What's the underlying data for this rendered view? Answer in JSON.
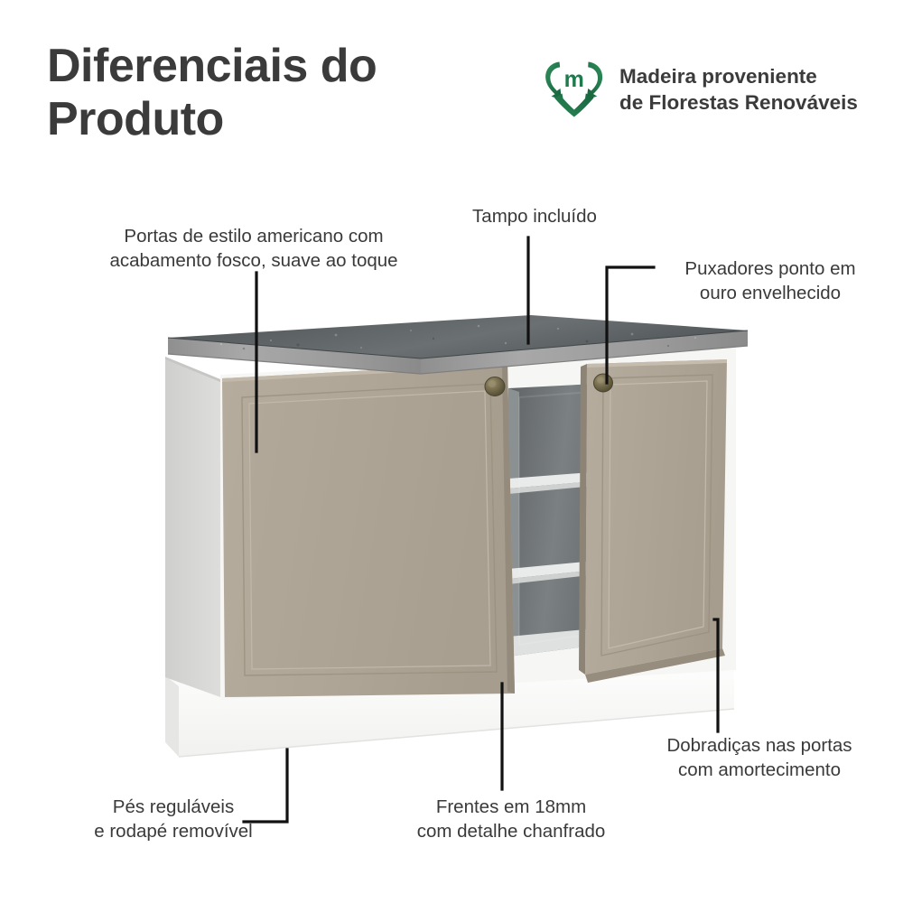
{
  "header": {
    "title": "Diferenciais do\nProduto",
    "badge": {
      "icon": "recycle-heart-icon",
      "monogram": "m",
      "text": "Madeira proveniente\nde Florestas Renováveis"
    }
  },
  "callouts": [
    {
      "id": "doors",
      "label": "Portas de estilo americano com\nacabamento fosco, suave ao toque"
    },
    {
      "id": "top",
      "label": "Tampo incluído"
    },
    {
      "id": "handles",
      "label": "Puxadores ponto em\nouro envelhecido"
    },
    {
      "id": "hinges",
      "label": "Dobradiças nas portas\ncom amortecimento"
    },
    {
      "id": "fronts",
      "label": "Frentes em 18mm\ncom detalhe chanfrado"
    },
    {
      "id": "feet",
      "label": "Pés reguláveis\ne rodapé removível"
    }
  ],
  "product": {
    "name": "balcao-de-cozinha-2-portas",
    "parts": [
      "countertop",
      "left-side-panel",
      "closed-door",
      "open-door",
      "interior-shelves",
      "knob-left",
      "knob-right",
      "base-plinth"
    ]
  },
  "colors": {
    "background": "#ffffff",
    "title_text": "#3b3b3b",
    "callout_text": "#3a3a3a",
    "leader_line": "#000000",
    "door_face": "#b0a697",
    "door_face_light": "#bdb3a5",
    "door_face_dark": "#9d9384",
    "door_edge": "#8e8476",
    "countertop_top": "#565b5e",
    "countertop_edge": "#9d9d9d",
    "carcass_white": "#f4f4f2",
    "carcass_side": "#d7d7d5",
    "interior_dark": "#6f7375",
    "shelf": "#e9eaea",
    "knob_bronze": "#6b6245",
    "base_white": "#fbfbfb",
    "eco_green": "#1f7a4d",
    "eco_green_dark": "#15603a"
  }
}
